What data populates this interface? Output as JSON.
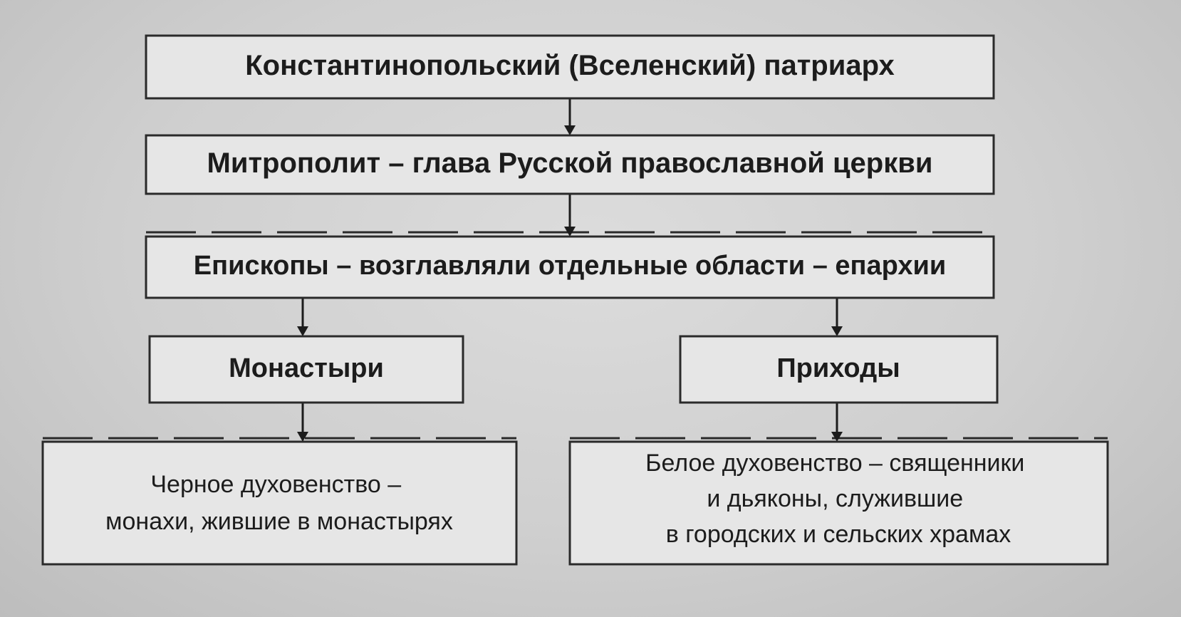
{
  "diagram": {
    "nodes": {
      "patriarch": {
        "lines": [
          "Константинопольский (Вселенский) патриарх"
        ]
      },
      "metropolitan": {
        "lines": [
          "Митрополит – глава Русской православной церкви"
        ]
      },
      "bishops": {
        "lines": [
          "Епископы – возглавляли отдельные области – епархии"
        ]
      },
      "monasteries": {
        "lines": [
          "Монастыри"
        ]
      },
      "parishes": {
        "lines": [
          "Приходы"
        ]
      },
      "black_clergy": {
        "lines": [
          "Черное духовенство –",
          "монахи, жившие в монастырях"
        ]
      },
      "white_clergy": {
        "lines": [
          "Белое духовенство – священники",
          "и дьяконы, служившие",
          "в городских и сельских храмах"
        ]
      }
    },
    "edges": [
      {
        "from": "patriarch",
        "to": "metropolitan"
      },
      {
        "from": "metropolitan",
        "to": "bishops"
      },
      {
        "from": "bishops",
        "to": "monasteries"
      },
      {
        "from": "bishops",
        "to": "parishes"
      },
      {
        "from": "monasteries",
        "to": "black_clergy"
      },
      {
        "from": "parishes",
        "to": "white_clergy"
      }
    ]
  }
}
